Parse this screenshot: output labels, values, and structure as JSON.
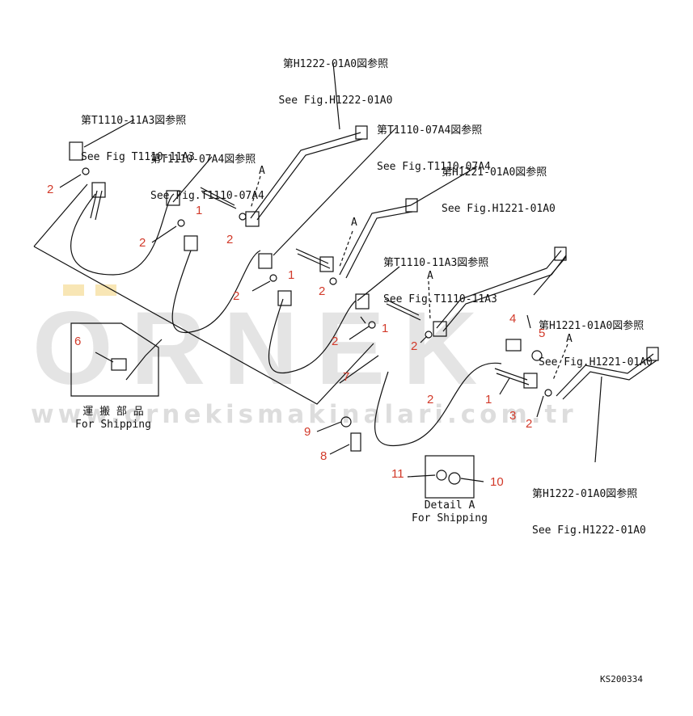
{
  "watermark": {
    "brand": "ORNEK",
    "url": "www.ornekismakinalari.com.tr",
    "accent_color": "#f0c85a"
  },
  "references": [
    {
      "jp": "第H1222-01A0図参照",
      "en": "See Fig.H1222-01A0"
    },
    {
      "jp": "第T1110-11A3図参照",
      "en": "See Fig T1110-11A3"
    },
    {
      "jp": "第T1110-07A4図参照",
      "en": "See Fig.T1110-07A4"
    },
    {
      "jp": "第T1110-07A4図参照",
      "en": "See Fig.T1110-07A4"
    },
    {
      "jp": "第H1221-01A0図参照",
      "en": "See Fig.H1221-01A0"
    },
    {
      "jp": "第T1110-11A3図参照",
      "en": "See Fig.T1110-11A3"
    },
    {
      "jp": "第H1221-01A0図参照",
      "en": "See Fig.H1221-01A0"
    },
    {
      "jp": "第H1222-01A0図参照",
      "en": "See Fig.H1222-01A0"
    }
  ],
  "part_numbers": [
    "2",
    "2",
    "1",
    "2",
    "2",
    "1",
    "2",
    "2",
    "1",
    "2",
    "4",
    "5",
    "2",
    "1",
    "3",
    "2",
    "6",
    "7",
    "9",
    "8",
    "11",
    "10"
  ],
  "detail_marker": "A",
  "shipping_box": {
    "jp": "運 搬 部 品",
    "en": "For Shipping"
  },
  "detail_box": {
    "title": "Detail A",
    "en": "For Shipping"
  },
  "drawing_code": "KS200334"
}
